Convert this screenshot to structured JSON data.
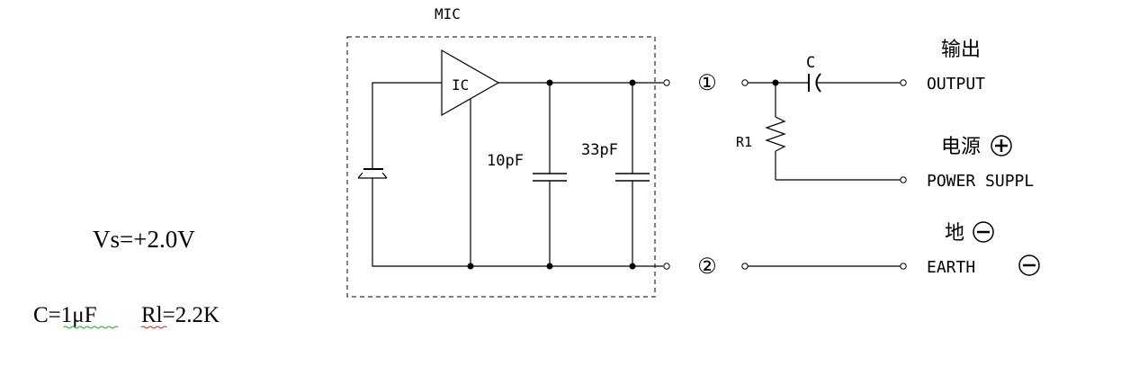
{
  "mic_label": "MIC",
  "ic_label": "IC",
  "cap_10_label": "10pF",
  "cap_33_label": "33pF",
  "pin1_label": "①",
  "pin2_label": "②",
  "cap_c_label": "C",
  "r1_label": "R1",
  "output_cn": "输出",
  "output_en": "OUTPUT",
  "power_cn": "电源",
  "power_en": "POWER SUPPL",
  "earth_cn": "地",
  "earth_en": "EARTH",
  "vs_text": "Vs=+2.0V",
  "c_value_text": "C=1μF",
  "rl_value_text": "Rl=2.2K",
  "colors": {
    "line": "#000000",
    "background": "#ffffff",
    "spellcheck": "#2e9e2e",
    "spellcheck_red": "#d22020"
  }
}
